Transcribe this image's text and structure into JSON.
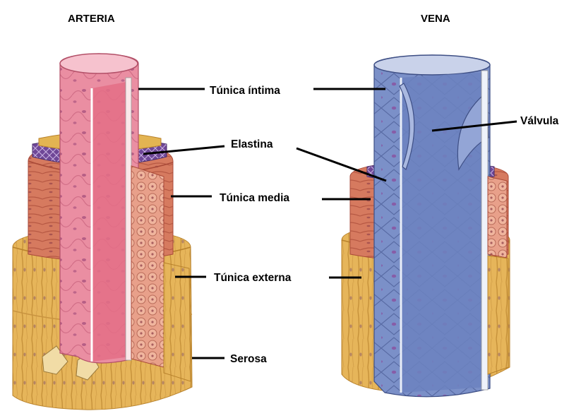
{
  "titles": {
    "artery": "ARTERIA",
    "vein": "VENA"
  },
  "labels": {
    "tunica_intima": "Túnica íntima",
    "valve": "Válvula",
    "elastin": "Elastina",
    "tunica_media": "Túnica media",
    "tunica_externa": "Túnica externa",
    "serosa": "Serosa"
  },
  "colors": {
    "artery_intima": "#e7849a",
    "artery_media": "#d97a5e",
    "artery_externa": "#e3b452",
    "elastin": "#7b4fa0",
    "vein_intima": "#7f93c8",
    "vein_media": "#cf6d55",
    "vein_externa": "#e0a64a"
  }
}
